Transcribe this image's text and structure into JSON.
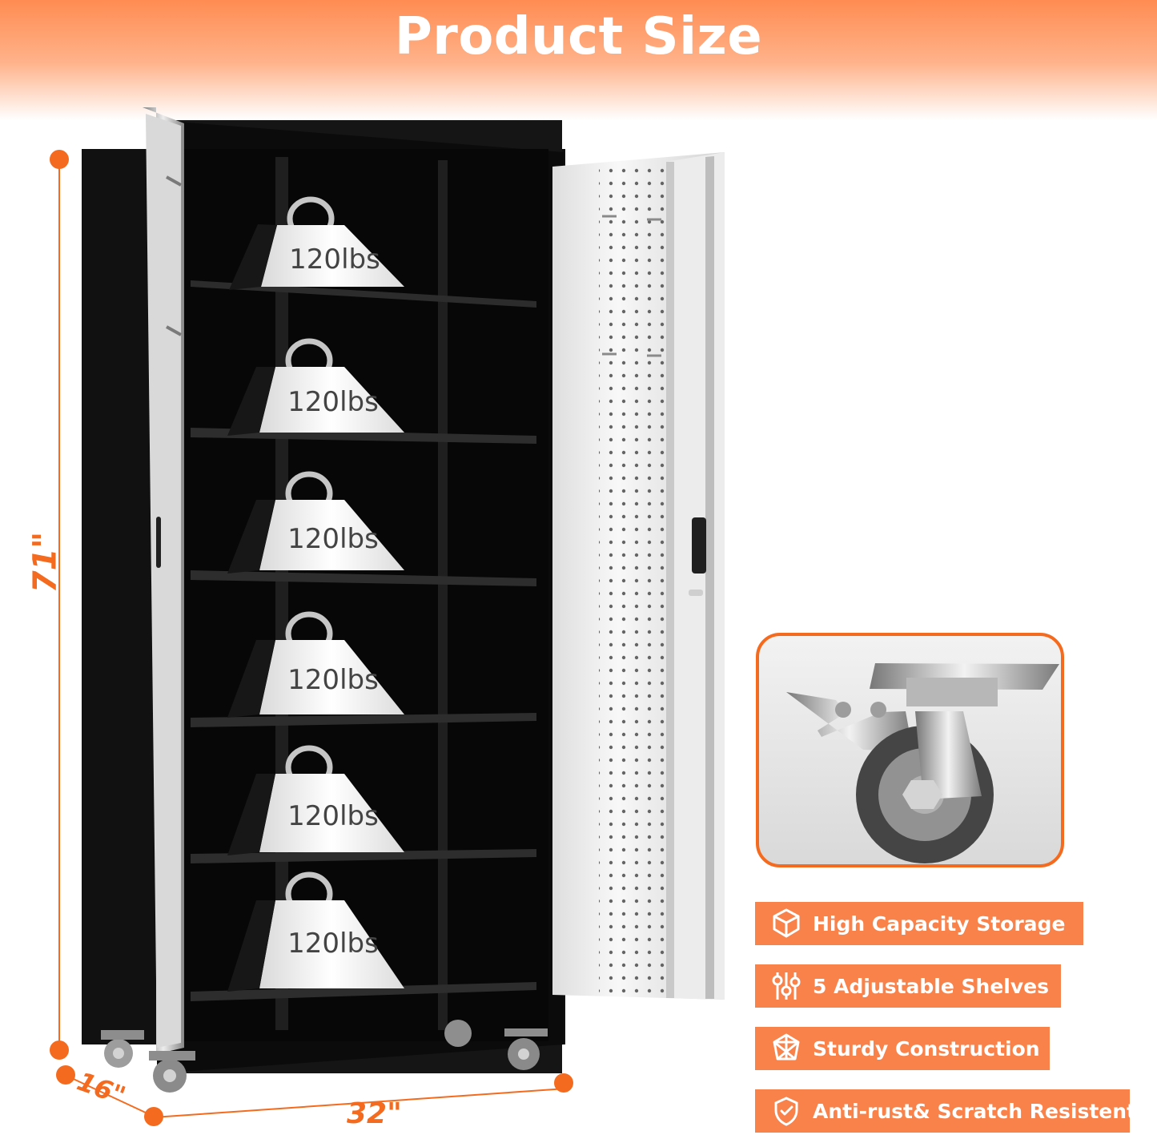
{
  "header": {
    "title": "Product Size"
  },
  "dimensions": {
    "height_label": "71\"",
    "depth_label": "16\"",
    "width_label": "32\""
  },
  "shelves": [
    {
      "label": "120lbs"
    },
    {
      "label": "120lbs"
    },
    {
      "label": "120lbs"
    },
    {
      "label": "120lbs"
    },
    {
      "label": "120lbs"
    },
    {
      "label": "120lbs"
    }
  ],
  "features": [
    {
      "label": "High Capacity Storage",
      "icon": "box-icon"
    },
    {
      "label": "5 Adjustable Shelves",
      "icon": "sliders-icon"
    },
    {
      "label": "Sturdy Construction",
      "icon": "structure-icon"
    },
    {
      "label": "Anti-rust& Scratch Resistent",
      "icon": "shield-icon"
    }
  ],
  "colors": {
    "accent": "#f46b1f",
    "feature_bg": "#f9814a",
    "header_top": "#ff8c52",
    "cabinet_black": "#161616",
    "door_silver": "#e8e8e8"
  }
}
